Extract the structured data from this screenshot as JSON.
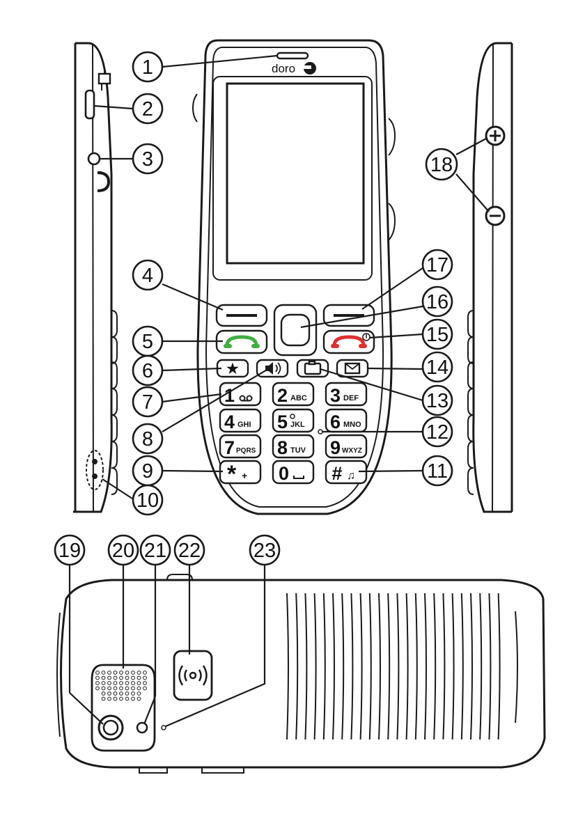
{
  "logo": "doro",
  "callouts": [
    "1",
    "2",
    "3",
    "4",
    "5",
    "6",
    "7",
    "8",
    "9",
    "10",
    "11",
    "12",
    "13",
    "14",
    "15",
    "16",
    "17",
    "18",
    "19",
    "20",
    "21",
    "22",
    "23"
  ],
  "keypad": {
    "k1": {
      "digit": "1",
      "sub": ""
    },
    "k2": {
      "digit": "2",
      "sub": "ABC"
    },
    "k3": {
      "digit": "3",
      "sub": "DEF"
    },
    "k4": {
      "digit": "4",
      "sub": "GHI"
    },
    "k5": {
      "digit": "5",
      "sub": "JKL"
    },
    "k6": {
      "digit": "6",
      "sub": "MNO"
    },
    "k7": {
      "digit": "7",
      "sub": "PQRS"
    },
    "k8": {
      "digit": "8",
      "sub": "TUV"
    },
    "k9": {
      "digit": "9",
      "sub": "WXYZ"
    },
    "k0": {
      "digit": "0",
      "sub": ""
    },
    "star": {
      "digit": "*",
      "sub": "+"
    },
    "hash": {
      "digit": "#",
      "sub": ""
    }
  },
  "icons": {
    "call_key": "green-handset-icon",
    "end_key": "red-handset-icon",
    "speaker_key": "speaker-icon",
    "camera_key": "camera-icon",
    "message_key": "envelope-icon",
    "star_key": "star-icon",
    "charger": "charger-plug-icon",
    "headset": "headset-icon",
    "volume_up": "plus-icon",
    "volume_down": "minus-icon",
    "assistance": "assistance-button-icon"
  },
  "colors": {
    "call": "#3fae3f",
    "end": "#e03030",
    "outline": "#1a1a1a"
  }
}
